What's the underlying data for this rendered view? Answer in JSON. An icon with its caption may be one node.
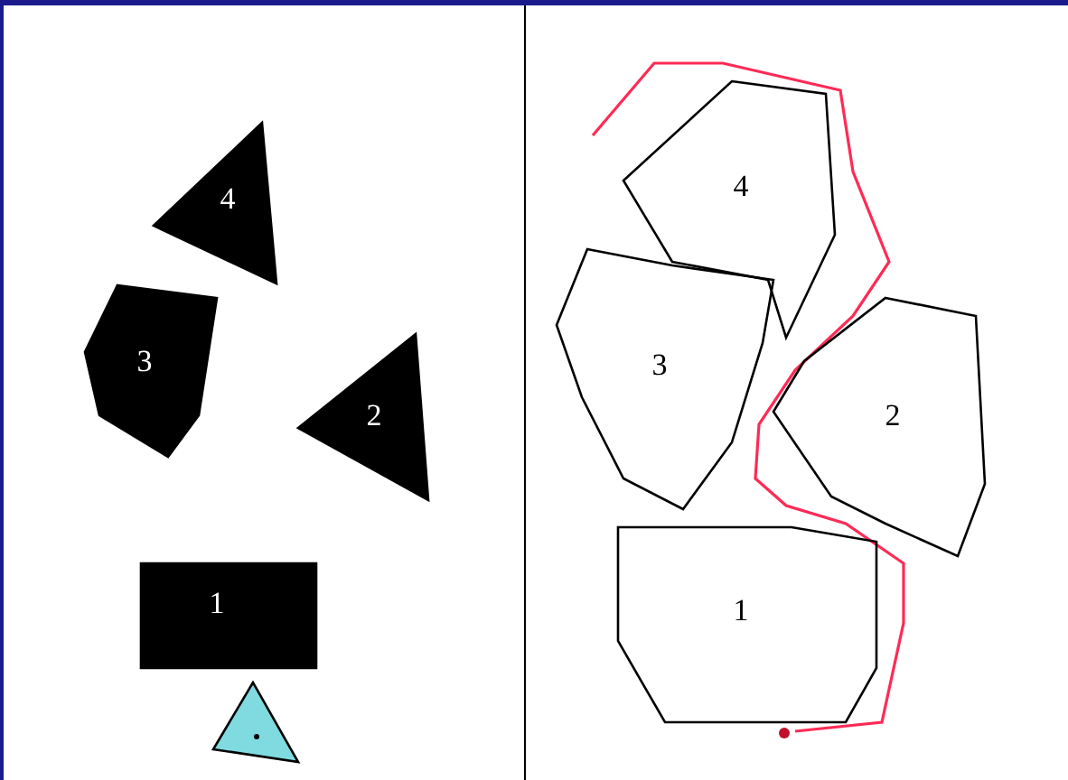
{
  "diagram": {
    "nodes": [
      {
        "text": [
          "4"
        ]
      },
      {
        "text": [
          "3"
        ]
      },
      {
        "text": [
          "2"
        ]
      },
      {
        "text": [
          "1"
        ]
      },
      {
        "text": [],
        "shape": "triangle"
      },
      {
        "text": [
          "4"
        ]
      },
      {
        "text": [
          "3"
        ]
      },
      {
        "text": [
          "2"
        ]
      },
      {
        "text": [
          "1"
        ]
      }
    ]
  }
}
